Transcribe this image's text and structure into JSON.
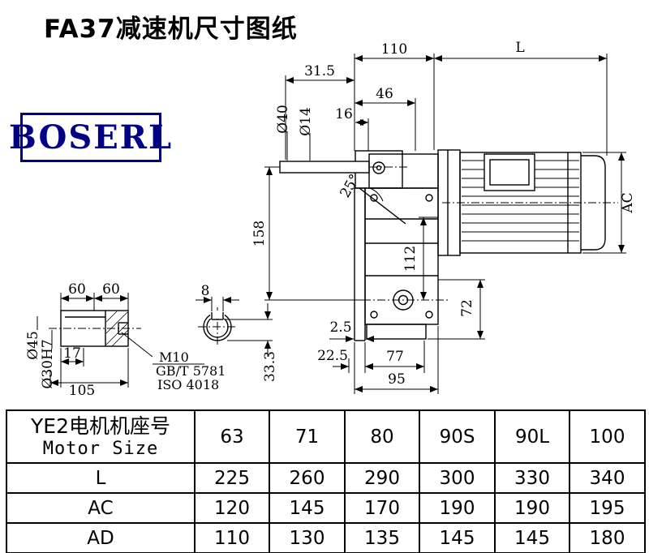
{
  "title": "FA37减速机尺寸图纸",
  "logo": {
    "text": "BOSERL"
  },
  "drawing": {
    "labels": {
      "d110": "110",
      "dL": "L",
      "d31_5": "31.5",
      "d46": "46",
      "d16": "16",
      "dia40": "Ø40",
      "dia14": "Ø14",
      "deg25": "25°",
      "d158": "158",
      "d112": "112",
      "dAC": "AC",
      "d72": "72",
      "d2_5": "2.5",
      "d22_5": "22.5",
      "d77": "77",
      "d95": "95",
      "d60a": "60",
      "d60b": "60",
      "d8": "8",
      "dia45": "Ø45",
      "dia30": "Ø30H7",
      "d17": "17",
      "d105": "105",
      "m10": "M10",
      "gbt": "GB/T 5781",
      "iso": "ISO 4018",
      "d33_3": "33.3"
    }
  },
  "table": {
    "header_zh": "YE2电机机座号",
    "header_en": "Motor Size",
    "sizes": [
      "63",
      "71",
      "80",
      "90S",
      "90L",
      "100"
    ],
    "rows": [
      {
        "label": "L",
        "values": [
          "225",
          "260",
          "290",
          "300",
          "330",
          "340"
        ]
      },
      {
        "label": "AC",
        "values": [
          "120",
          "145",
          "170",
          "190",
          "190",
          "195"
        ]
      },
      {
        "label": "AD",
        "values": [
          "110",
          "130",
          "135",
          "145",
          "145",
          "180"
        ]
      }
    ]
  }
}
